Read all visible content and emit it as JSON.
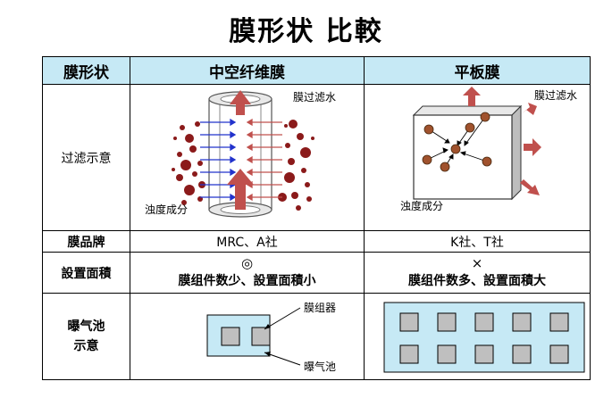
{
  "title": "膜形状 比較",
  "header": {
    "col_label": "膜形状",
    "col_hollow": "中空纤维膜",
    "col_flat": "平板膜"
  },
  "rows": {
    "filtration": {
      "label": "过滤示意",
      "hollow_permeate": "膜过滤水",
      "hollow_turbid": "浊度成分",
      "flat_permeate": "膜过滤水",
      "flat_turbid": "浊度成分"
    },
    "brand": {
      "label": "膜品牌",
      "hollow": "MRC、A社",
      "flat": "K社、T社"
    },
    "area": {
      "label": "設置面積",
      "hollow_symbol": "◎",
      "hollow_text": "膜组件数少、設置面積小",
      "flat_symbol": "×",
      "flat_text": "膜组件数多、設置面積大"
    },
    "aeration": {
      "label_line1": "曝气池",
      "label_line2": "示意",
      "module_label": "膜组器",
      "tank_label": "曝气池"
    }
  },
  "colors": {
    "header_bg": "#c6e9f5",
    "arrow_red": "#c0504d",
    "particle_dark": "#8b1a1a",
    "particle_brown": "#a0522d",
    "blue_flow": "#2233cc",
    "tank_bg": "#c6e9f5",
    "module_gray": "#bfbfbf"
  }
}
